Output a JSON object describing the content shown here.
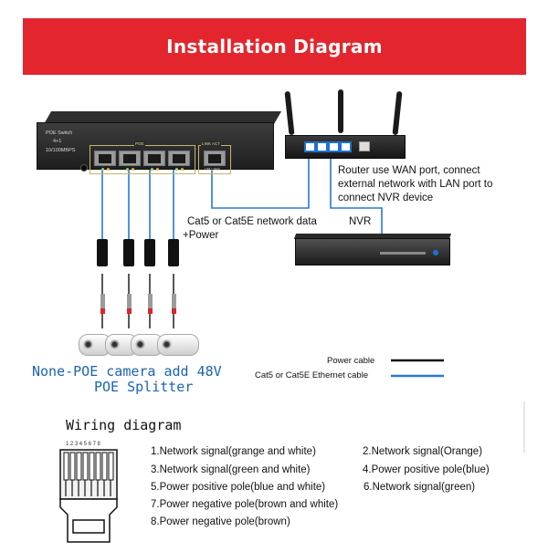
{
  "header": {
    "title": "Installation Diagram"
  },
  "switch": {
    "label_lines": [
      "POE Switch",
      "4+1",
      "10/100MBPS"
    ],
    "poe_group_label": "POE",
    "uplink_group_label": "LINK  ACT",
    "uplink_port_label": "UP LINK"
  },
  "annotations": {
    "router_note": [
      "Router use WAN port, connect",
      "external network with LAN port to",
      "connect NVR device"
    ],
    "nvr_label": "NVR",
    "cable_note": [
      "Cat5 or Cat5E network data",
      "+Power"
    ],
    "camera_note": [
      "None-POE camera add 48V",
      "POE Splitter"
    ]
  },
  "legend": {
    "power_cable": "Power cable",
    "ethernet_cable": "Cat5 or Cat5E Ethernet cable",
    "colors": {
      "power": "#000000",
      "ethernet": "#2a78d0"
    }
  },
  "wiring": {
    "title": "Wiring diagram",
    "pin_numbers": "12345678",
    "lines": [
      [
        "1.Network signal(grange and white)",
        "2.Network signal(Orange)"
      ],
      [
        "3.Network signal(green and white)",
        "4.Power  positive pole(blue)"
      ],
      [
        "5.Power  positive pole(blue and white)",
        "6.Network signal(green)"
      ],
      [
        "7.Power negative pole(brown and white)"
      ],
      [
        "8.Power negative pole(brown)"
      ]
    ]
  },
  "colors": {
    "banner": "#e3262d",
    "accent_blue": "#1b63b3",
    "cable_blue": "#2a78d0"
  }
}
